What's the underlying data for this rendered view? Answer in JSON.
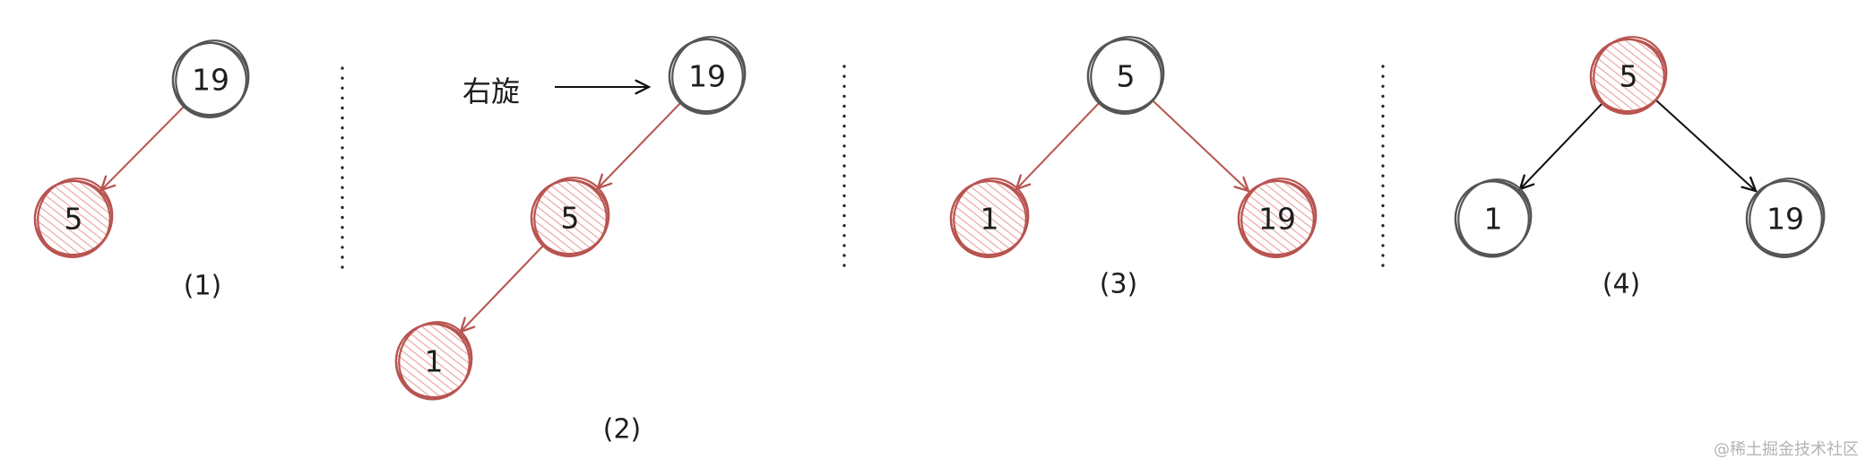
{
  "colors": {
    "red": "#b85450",
    "red_hatch": "#eaa8a4",
    "black": "#555555",
    "arrow": "#111111",
    "node_fill": "#ffffff"
  },
  "annotation": {
    "label": "右旋"
  },
  "panels": [
    {
      "label": "(1)",
      "nodes": [
        {
          "value": "19",
          "color": "black"
        },
        {
          "value": "5",
          "color": "red"
        }
      ],
      "edges": [
        {
          "from": 0,
          "to": 1,
          "color": "red"
        }
      ]
    },
    {
      "label": "(2)",
      "nodes": [
        {
          "value": "19",
          "color": "black"
        },
        {
          "value": "5",
          "color": "red"
        },
        {
          "value": "1",
          "color": "red"
        }
      ],
      "edges": [
        {
          "from": 0,
          "to": 1,
          "color": "red"
        },
        {
          "from": 1,
          "to": 2,
          "color": "red"
        }
      ]
    },
    {
      "label": "(3)",
      "nodes": [
        {
          "value": "5",
          "color": "black"
        },
        {
          "value": "1",
          "color": "red"
        },
        {
          "value": "19",
          "color": "red"
        }
      ],
      "edges": [
        {
          "from": 0,
          "to": 1,
          "color": "red"
        },
        {
          "from": 0,
          "to": 2,
          "color": "red"
        }
      ]
    },
    {
      "label": "(4)",
      "nodes": [
        {
          "value": "5",
          "color": "red"
        },
        {
          "value": "1",
          "color": "black"
        },
        {
          "value": "19",
          "color": "black"
        }
      ],
      "edges": [
        {
          "from": 0,
          "to": 1,
          "color": "black"
        },
        {
          "from": 0,
          "to": 2,
          "color": "black"
        }
      ]
    }
  ],
  "watermark": "@稀土掘金技术社区"
}
